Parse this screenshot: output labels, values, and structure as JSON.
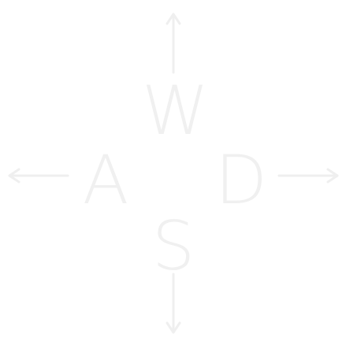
{
  "keys": {
    "up": "W",
    "left": "A",
    "down": "S",
    "right": "D"
  },
  "icons": {
    "up": "arrow-up-icon",
    "left": "arrow-left-icon",
    "down": "arrow-down-icon",
    "right": "arrow-right-icon"
  },
  "colors": {
    "background": "#ffffff",
    "glyph": "#f0f0f0"
  }
}
